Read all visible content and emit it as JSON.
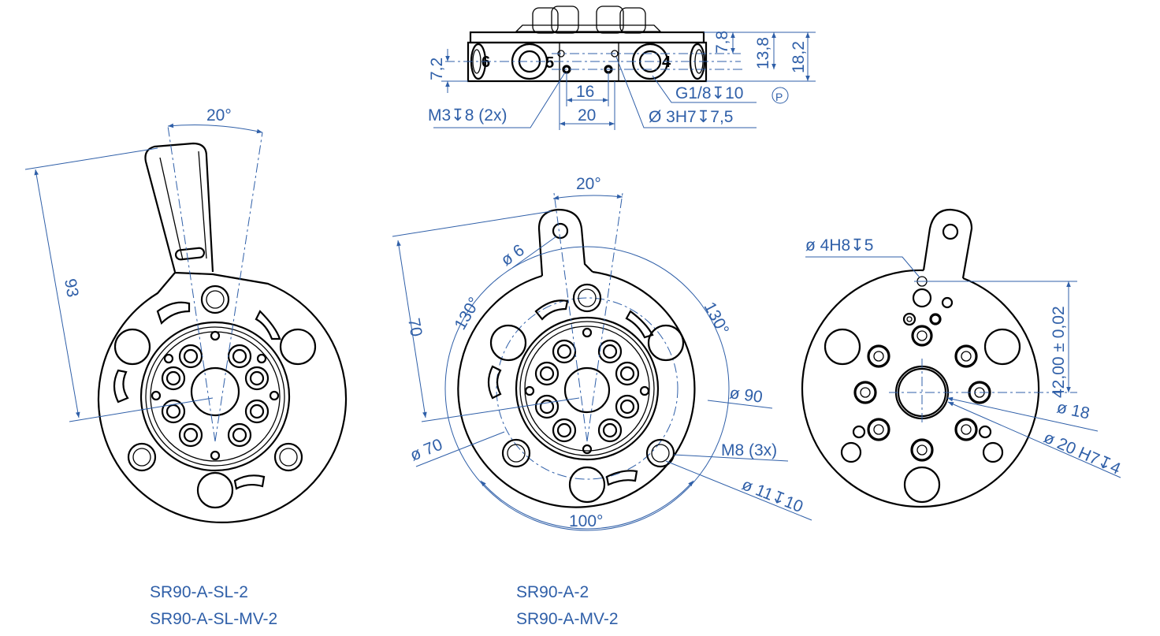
{
  "top_view": {
    "ports": [
      "6",
      "5",
      "4"
    ],
    "dim_7_8": "7,8",
    "dim_13_8": "13,8",
    "dim_18_2": "18,2",
    "dim_7_2": "7,2",
    "dim_16": "16",
    "dim_20": "20",
    "m3": "M3↧8 (2x)",
    "g18": "G1/8↧10",
    "p_symbol": "P",
    "d3h7": "Ø 3H7↧7,5"
  },
  "left_view": {
    "angle": "20°",
    "length": "93",
    "caption": [
      "SR90-A-SL-2",
      "SR90-A-SL-MV-2"
    ]
  },
  "middle_view": {
    "angle_top": "20°",
    "d6": "ø 6",
    "dim_70": "70",
    "angle_left": "130°",
    "angle_right": "130°",
    "d90": "ø 90",
    "d70": "ø 70",
    "m8": "M8 (3x)",
    "d11": "ø 11↧10",
    "angle_bottom": "100°",
    "caption": [
      "SR90-A-2",
      "SR90-A-MV-2"
    ]
  },
  "right_view": {
    "d4h8": "ø 4H8↧5",
    "dim_42": "42,00 ± 0,02",
    "d18": "ø 18",
    "d20h7": "ø 20 H7↧4"
  }
}
